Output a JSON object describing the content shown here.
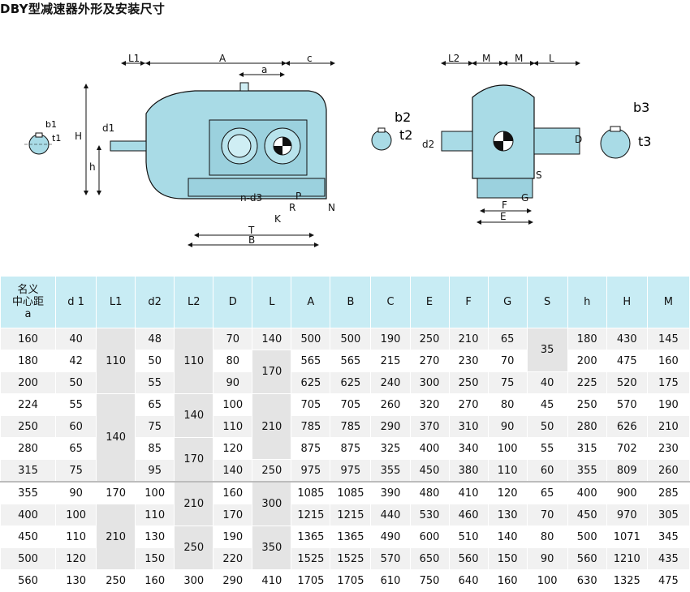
{
  "title": "DBY型减速器外形及安装尺寸",
  "drawing": {
    "left_labels": [
      "L1",
      "A",
      "a",
      "c",
      "H",
      "h",
      "d1",
      "n-d3",
      "P",
      "R",
      "K",
      "T",
      "B",
      "N"
    ],
    "shaft_left": [
      "b1",
      "t1"
    ],
    "right_labels": [
      "L2",
      "M",
      "M",
      "L",
      "D",
      "d2",
      "S",
      "G",
      "F",
      "E"
    ],
    "shaft_mid": [
      "b2",
      "t2"
    ],
    "shaft_right": [
      "b3",
      "t3"
    ]
  },
  "table": {
    "headers": [
      "名义\n中心距\na",
      "d 1",
      "L1",
      "d2",
      "L2",
      "D",
      "L",
      "A",
      "B",
      "C",
      "E",
      "F",
      "G",
      "S",
      "h",
      "H",
      "M"
    ],
    "rows": [
      [
        "160",
        "40",
        "",
        "48",
        "",
        "70",
        "140",
        "500",
        "500",
        "190",
        "250",
        "210",
        "65",
        "",
        "180",
        "430",
        "145"
      ],
      [
        "180",
        "42",
        "",
        "50",
        "",
        "80",
        "",
        "565",
        "565",
        "215",
        "270",
        "230",
        "70",
        "",
        "200",
        "475",
        "160"
      ],
      [
        "200",
        "50",
        "",
        "55",
        "",
        "90",
        "",
        "625",
        "625",
        "240",
        "300",
        "250",
        "75",
        "40",
        "225",
        "520",
        "175"
      ],
      [
        "224",
        "55",
        "",
        "65",
        "",
        "100",
        "",
        "705",
        "705",
        "260",
        "320",
        "270",
        "80",
        "45",
        "250",
        "570",
        "190"
      ],
      [
        "250",
        "60",
        "",
        "75",
        "",
        "110",
        "",
        "785",
        "785",
        "290",
        "370",
        "310",
        "90",
        "50",
        "280",
        "626",
        "210"
      ],
      [
        "280",
        "65",
        "",
        "85",
        "",
        "120",
        "",
        "875",
        "875",
        "325",
        "400",
        "340",
        "100",
        "55",
        "315",
        "702",
        "230"
      ],
      [
        "315",
        "75",
        "",
        "95",
        "",
        "140",
        "250",
        "975",
        "975",
        "355",
        "450",
        "380",
        "110",
        "60",
        "355",
        "809",
        "260"
      ],
      [
        "355",
        "90",
        "170",
        "100",
        "",
        "160",
        "",
        "1085",
        "1085",
        "390",
        "480",
        "410",
        "120",
        "65",
        "400",
        "900",
        "285"
      ],
      [
        "400",
        "100",
        "",
        "110",
        "",
        "170",
        "",
        "1215",
        "1215",
        "440",
        "530",
        "460",
        "130",
        "70",
        "450",
        "970",
        "305"
      ],
      [
        "450",
        "110",
        "",
        "130",
        "",
        "190",
        "",
        "1365",
        "1365",
        "490",
        "600",
        "510",
        "140",
        "80",
        "500",
        "1071",
        "345"
      ],
      [
        "500",
        "120",
        "",
        "150",
        "",
        "220",
        "",
        "1525",
        "1525",
        "570",
        "650",
        "560",
        "150",
        "90",
        "560",
        "1210",
        "435"
      ],
      [
        "560",
        "130",
        "250",
        "160",
        "300",
        "290",
        "410",
        "1705",
        "1705",
        "610",
        "750",
        "640",
        "160",
        "100",
        "630",
        "1325",
        "475"
      ]
    ],
    "merged": {
      "L1_a": "110",
      "L1_b": "140",
      "L1_c": "210",
      "L2_a": "110",
      "L2_b": "140",
      "L2_c": "170",
      "L2_d": "210",
      "L2_e": "250",
      "L_a": "170",
      "L_b": "210",
      "L_c": "300",
      "L_d": "350",
      "S_a": "35"
    }
  }
}
